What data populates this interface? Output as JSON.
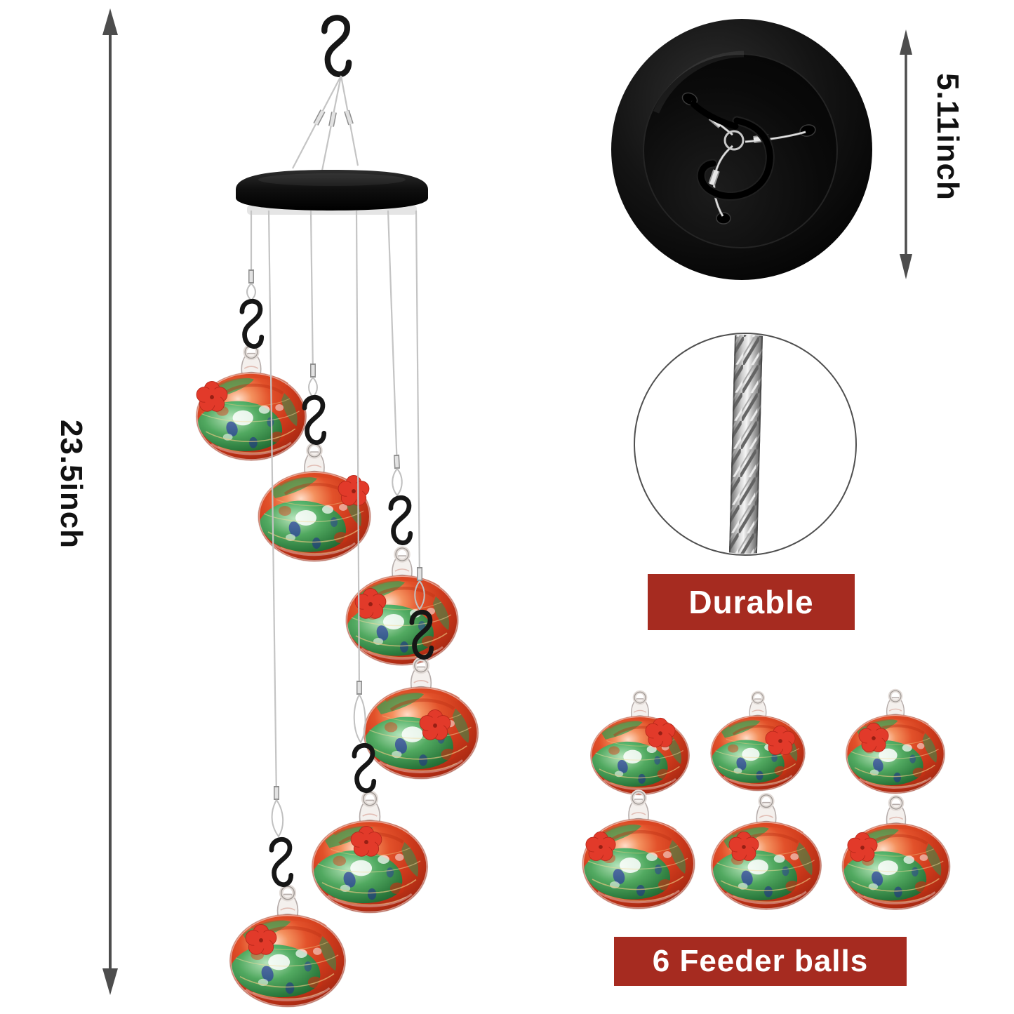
{
  "annotations": {
    "height_label": "23.5inch",
    "cap_height_label": "5.11inch"
  },
  "badges": {
    "durable": "Durable",
    "feeder_count": "6 Feeder balls"
  },
  "colors": {
    "background": "#ffffff",
    "badge_red": "#a62b20",
    "badge_text": "#ffffff",
    "flower_red": "#e23a2a",
    "glass_red": "#cd3a1c",
    "glass_green": "#2f9e50",
    "glass_blue": "#2b3a9e",
    "canopy_black": "#101010",
    "hook_black": "#161616",
    "wire_silver": "#c4c4c4",
    "dimension_arrow_gray": "#4d4d4d",
    "label_text": "#111111"
  },
  "counts": {
    "chime_hanging_balls": 6,
    "loose_feeder_balls": 6,
    "hanging_wires": 6
  },
  "icons": {
    "top_hanger": "s-hook-icon",
    "ball_port": "flower-port-icon",
    "cable": "steel-cable-icon",
    "cap": "cap-top-view",
    "arrows": "dimension-arrow"
  }
}
